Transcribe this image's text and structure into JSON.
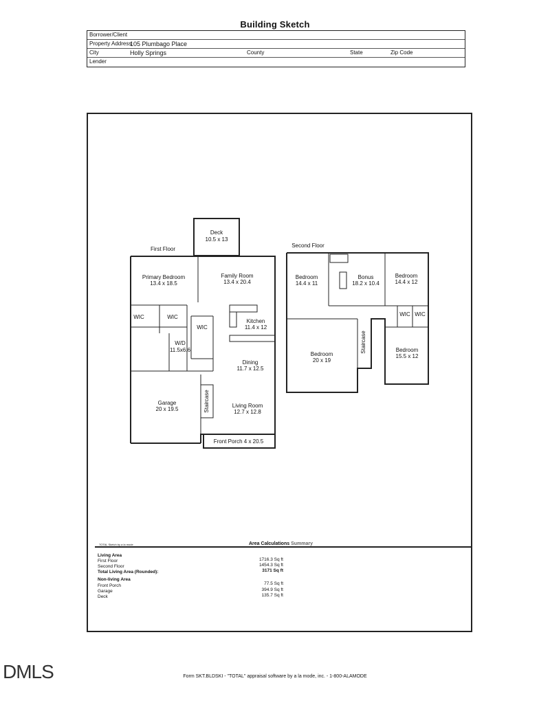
{
  "title": "Building Sketch",
  "header": {
    "borrower_label": "Borrower/Client",
    "address_label": "Property Address",
    "address_value": "105 Plumbago Place",
    "city_label": "City",
    "city_value": "Holly Springs",
    "county_label": "County",
    "state_label": "State",
    "zip_label": "Zip Code",
    "lender_label": "Lender"
  },
  "floor_plan": {
    "first_floor_label": "First Floor",
    "second_floor_label": "Second Floor",
    "deck": {
      "name": "Deck",
      "dim": "10.5 x 13"
    },
    "primary_bedroom": {
      "name": "Primary Bedroom",
      "dim": "13.4 x 18.5"
    },
    "family_room": {
      "name": "Family Room",
      "dim": "13.4 x 20.4"
    },
    "wic1": "WIC",
    "wic2": "WIC",
    "wic3": "WIC",
    "kitchen": {
      "name": "Kitchen",
      "dim": "11.4 x 12"
    },
    "wd": {
      "name": "W/D",
      "dim": "11.5x6.6"
    },
    "dining": {
      "name": "Dining",
      "dim": "11.7 x 12.5"
    },
    "garage": {
      "name": "Garage",
      "dim": "20 x 19.5"
    },
    "staircase1": "Staircase",
    "living_room": {
      "name": "Living Room",
      "dim": "12.7 x 12.8"
    },
    "front_porch": "Front Porch 4 x 20.5",
    "bedroom_a": {
      "name": "Bedroom",
      "dim": "14.4 x 11"
    },
    "bonus": {
      "name": "Bonus",
      "dim": "18.2 x 10.4"
    },
    "bedroom_b": {
      "name": "Bedroom",
      "dim": "14.4 x 12"
    },
    "wic4": "WIC",
    "wic5": "WIC",
    "bedroom_c": {
      "name": "Bedroom",
      "dim": "20 x 19"
    },
    "staircase2": "Staircase",
    "bedroom_d": {
      "name": "Bedroom",
      "dim": "15.5 x 12"
    }
  },
  "sketch_signature": "TOTAL Sketch by a la mode",
  "summary": {
    "title_a": "Area Calculations",
    "title_b": "Summary",
    "living_area_label": "Living Area",
    "first_floor_label": "First Floor",
    "first_floor_value": "1716.3 Sq ft",
    "second_floor_label": "Second Floor",
    "second_floor_value": "1454.3 Sq ft",
    "total_label": "Total Living Area (Rounded):",
    "total_value": "3171 Sq ft",
    "nonliving_label": "Non-living Area",
    "porch_label": "Front Porch",
    "porch_value": "77.5 Sq ft",
    "garage_label": "Garage",
    "garage_value": "394.9 Sq ft",
    "deck_label": "Deck",
    "deck_value": "135.7 Sq ft"
  },
  "footer": "Form SKT.BLDSKI - \"TOTAL\" appraisal software by a la mode, inc. - 1-800-ALAMODE",
  "logo": "DMLS"
}
